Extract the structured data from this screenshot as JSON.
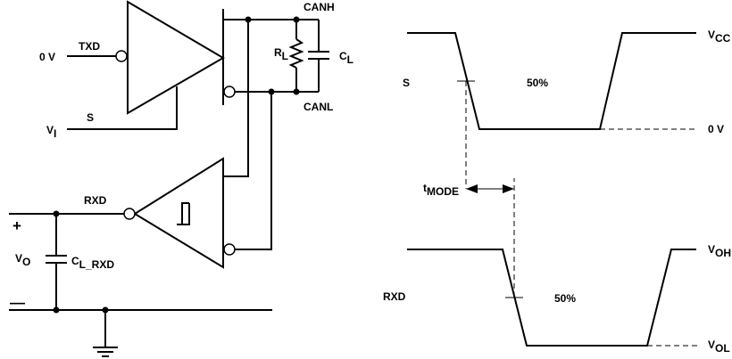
{
  "circuit": {
    "tx_input_label": "0 V",
    "txd_label": "TXD",
    "canh_label": "CANH",
    "canl_label": "CANL",
    "rl_main": "R",
    "rl_sub": "L",
    "cl_main": "C",
    "cl_sub": "L",
    "s_label": "S",
    "vi_main": "V",
    "vi_sub": "I",
    "rxd_label": "RXD",
    "plus_label": "+",
    "minus_label": "—",
    "vo_main": "V",
    "vo_sub": "O",
    "clrxd_main": "C",
    "clrxd_sub": "L_RXD"
  },
  "timing": {
    "s_label": "S",
    "vcc_main": "V",
    "vcc_sub": "CC",
    "s_pct": "50%",
    "zero_v": "0 V",
    "tmode_main": "t",
    "tmode_sub": "MODE",
    "rxd_label": "RXD",
    "voh_main": "V",
    "voh_sub": "OH",
    "rxd_pct": "50%",
    "vol_main": "V",
    "vol_sub": "OL"
  }
}
